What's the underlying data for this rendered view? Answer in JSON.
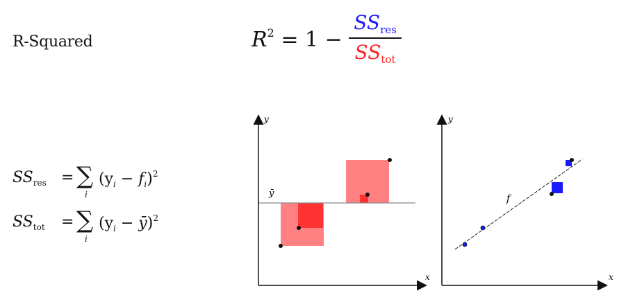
{
  "title": "R-Squared",
  "main_formula": {
    "lhs": "R",
    "lhs_power": "2",
    "equals_one_minus": " = 1 −",
    "numerator": "SS",
    "numerator_sub": "res",
    "denominator": "SS",
    "denominator_sub": "tot",
    "colors": {
      "numerator": "#1a1aff",
      "denominator": "#ff2222"
    }
  },
  "formulas": [
    {
      "lhs": "SS",
      "lhs_sub": "res",
      "eq": "=",
      "sigma": "∑",
      "index": "i",
      "body_open": "(y",
      "body_sub1": "i",
      "body_mid": " − f",
      "body_sub2": "i",
      "body_close": ")",
      "power": "2"
    },
    {
      "lhs": "SS",
      "lhs_sub": "tot",
      "eq": "=",
      "sigma": "∑",
      "index": "i",
      "body_open": "(y",
      "body_sub1": "i",
      "body_mid": " − ȳ",
      "body_close": ")",
      "power": "2"
    }
  ],
  "diagram_left": {
    "y_axis_label": "y",
    "x_axis_label": "x",
    "mean_label": "ȳ",
    "colors": {
      "square_fill": "#ff6b6b",
      "residual_fill": "#ff2a2a",
      "mean_line": "#888888"
    }
  },
  "diagram_right": {
    "y_axis_label": "y",
    "x_axis_label": "x",
    "line_label": "f",
    "colors": {
      "point": "#1a1aff",
      "residual_square": "#1a1aff"
    }
  }
}
